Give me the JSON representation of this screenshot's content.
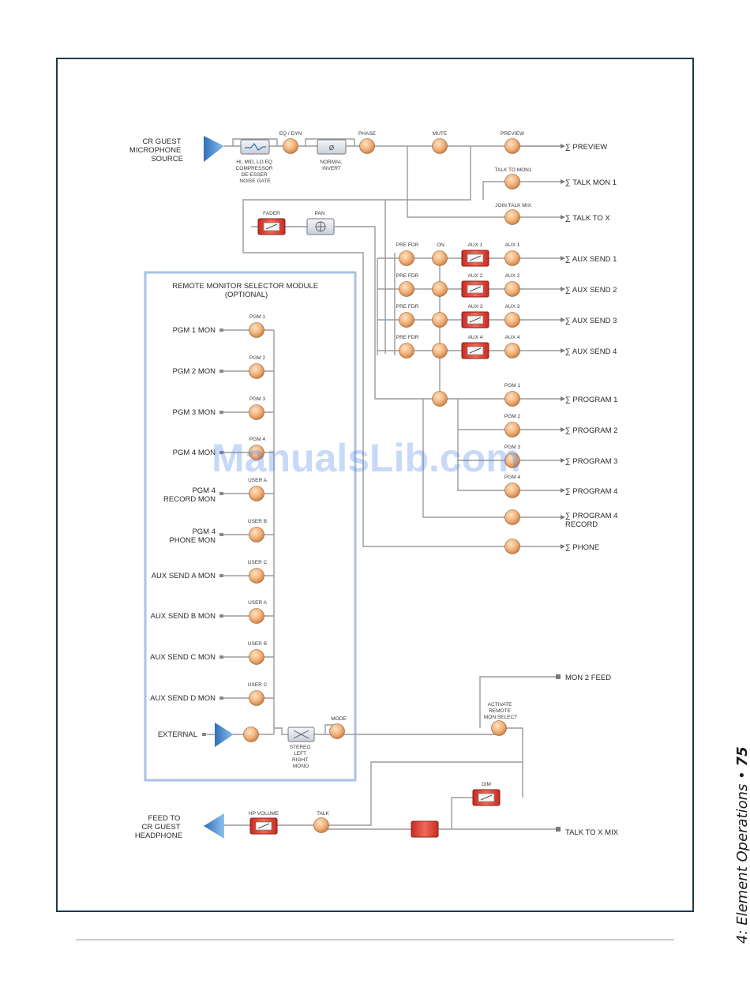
{
  "page": {
    "section_label": "4: Element Operations",
    "page_number": "75",
    "separator": "•",
    "watermark": "ManualsLib.com"
  },
  "source": {
    "label_lines": [
      "CR GUEST",
      "MICROPHONE",
      "SOURCE"
    ],
    "eq_label": "EQ / DYN",
    "eq_desc": [
      "HI, MID, LO EQ",
      "COMPRESSOR",
      "DE-ESSER",
      "NOISE GATE"
    ],
    "phase_box_symbol": "Ø",
    "phase_desc": [
      "NORMAL",
      "INVERT"
    ],
    "phase_label": "PHASE",
    "mute_label": "MUTE",
    "preview_label": "PREVIEW",
    "talk_to_mon1_label": "TALK TO MON1",
    "join_talk_mix_label": "JOIN TALK MIX",
    "fader_label": "FADER",
    "pan_label": "PAN"
  },
  "outputs": [
    "∑  PREVIEW",
    "∑ TALK MON 1",
    "∑ TALK TO X",
    "∑ AUX SEND 1",
    "∑ AUX SEND 2",
    "∑ AUX SEND 3",
    "∑ AUX SEND 4",
    "∑ PROGRAM 1",
    "∑ PROGRAM 2",
    "∑ PROGRAM 3",
    "∑ PROGRAM 4",
    "∑ PROGRAM 4",
    "RECORD",
    "∑ PHONE"
  ],
  "aux_rows": [
    {
      "pre": "PRE FDR",
      "on": "ON",
      "fader": "AUX 1",
      "knob": "AUX 1"
    },
    {
      "pre": "PRE FDR",
      "on": "",
      "fader": "AUX 2",
      "knob": "AUX 2"
    },
    {
      "pre": "PRE FDR",
      "on": "",
      "fader": "AUX 3",
      "knob": "AUX 3"
    },
    {
      "pre": "PRE FDR",
      "on": "",
      "fader": "AUX 4",
      "knob": "AUX 4"
    }
  ],
  "pgm_knobs": [
    "PGM 1",
    "PGM 2",
    "PGM 3",
    "PGM 4"
  ],
  "remote_module": {
    "title": [
      "REMOTE MONITOR SELECTOR MODULE",
      "(OPTIONAL)"
    ],
    "inputs": [
      {
        "lines": [
          "PGM 1 MON"
        ],
        "knob": "PGM 1"
      },
      {
        "lines": [
          "PGM 2 MON"
        ],
        "knob": "PGM 2"
      },
      {
        "lines": [
          "PGM 3 MON"
        ],
        "knob": "PGM 3"
      },
      {
        "lines": [
          "PGM 4 MON"
        ],
        "knob": "PGM 4"
      },
      {
        "lines": [
          "PGM 4",
          "RECORD MON"
        ],
        "knob": "USER A"
      },
      {
        "lines": [
          "PGM 4",
          "PHONE MON"
        ],
        "knob": "USER B"
      },
      {
        "lines": [
          "AUX SEND A MON"
        ],
        "knob": "USER C"
      },
      {
        "lines": [
          "AUX SEND B MON"
        ],
        "knob": "USER A"
      },
      {
        "lines": [
          "AUX SEND C MON"
        ],
        "knob": "USER B"
      },
      {
        "lines": [
          "AUX SEND D MON"
        ],
        "knob": "USER C"
      }
    ],
    "external_label": "EXTERNAL",
    "mode_label": "MODE",
    "mode_desc": [
      "STEREO",
      "LEFT",
      "RIGHT",
      "MONO"
    ]
  },
  "monitor": {
    "activate_lines": [
      "ACTIVATE",
      "REMOTE",
      "MON SELECT"
    ],
    "mon2_feed": "MON 2 FEED",
    "dim_label": "DIM",
    "talk_to_x_mix": "TALK TO X MIX",
    "hp_volume_label": "HP VOLUME",
    "talk_label": "TALK",
    "feed_lines": [
      "FEED TO",
      "CR GUEST",
      "HEADPHONE"
    ]
  },
  "colors": {
    "frame": "#1f3a4d",
    "module_border": "#a9c3e3",
    "knob": "#f3b27a",
    "fader": "#e2463a",
    "speaker": "#4a8bd0",
    "wire": "#9b9b9b"
  }
}
